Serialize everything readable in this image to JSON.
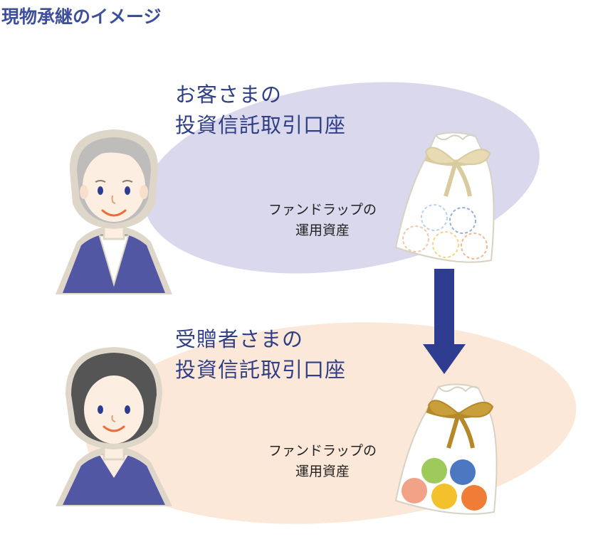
{
  "title": "現物承継のイメージ",
  "client": {
    "line1": "お客さまの",
    "line2": "投資信託取引口座",
    "asset_line1": "ファンドラップの",
    "asset_line2": "運用資産"
  },
  "recipient": {
    "line1": "受贈者さまの",
    "line2": "投資信託取引口座",
    "asset_line1": "ファンドラップの",
    "asset_line2": "運用資産"
  },
  "colors": {
    "title": "#3d4f9a",
    "text": "#2f3e86",
    "ellipse_top": "#d9d8ec",
    "ellipse_bottom": "#fbe8d8",
    "arrow": "#2e3d8f",
    "suit": "#5257a3"
  },
  "icons": [
    "elderly-person-icon",
    "younger-person-icon",
    "gift-bag-icon",
    "down-arrow-icon"
  ]
}
